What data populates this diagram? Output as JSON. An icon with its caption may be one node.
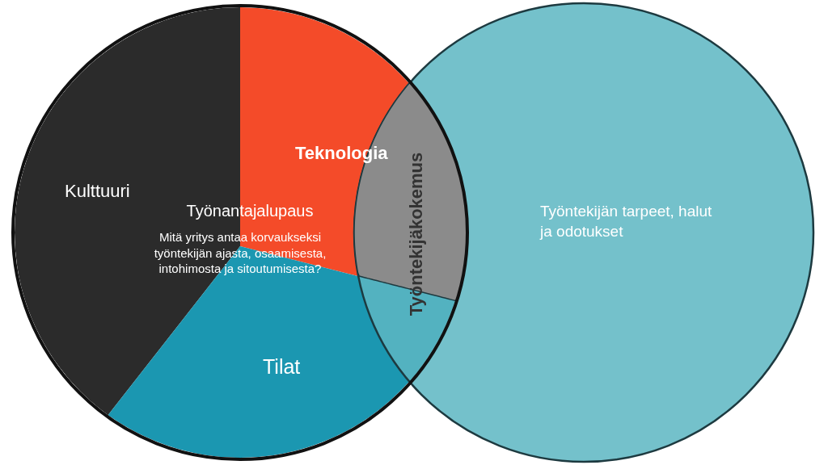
{
  "diagram": {
    "nodes": [
      {
        "text": [],
        "shape": "circle"
      },
      {
        "text": [
          "Kulttuuri"
        ],
        "in": 0
      },
      {
        "text": [
          "Teknologia"
        ],
        "in": 0
      },
      {
        "text": [
          "Tilat"
        ],
        "in": 0
      },
      {
        "text": [
          "Työntekijän tarpeet, halut ja odotukset"
        ]
      },
      {
        "text": [
          "Työntekijäkokemus"
        ]
      }
    ],
    "labels": [
      "Työnantajalupaus",
      "Mitä yritys antaa korvaukseksi työntekijän ajasta, osaamisesta, intohimosta ja sitoutumisesta?"
    ]
  }
}
